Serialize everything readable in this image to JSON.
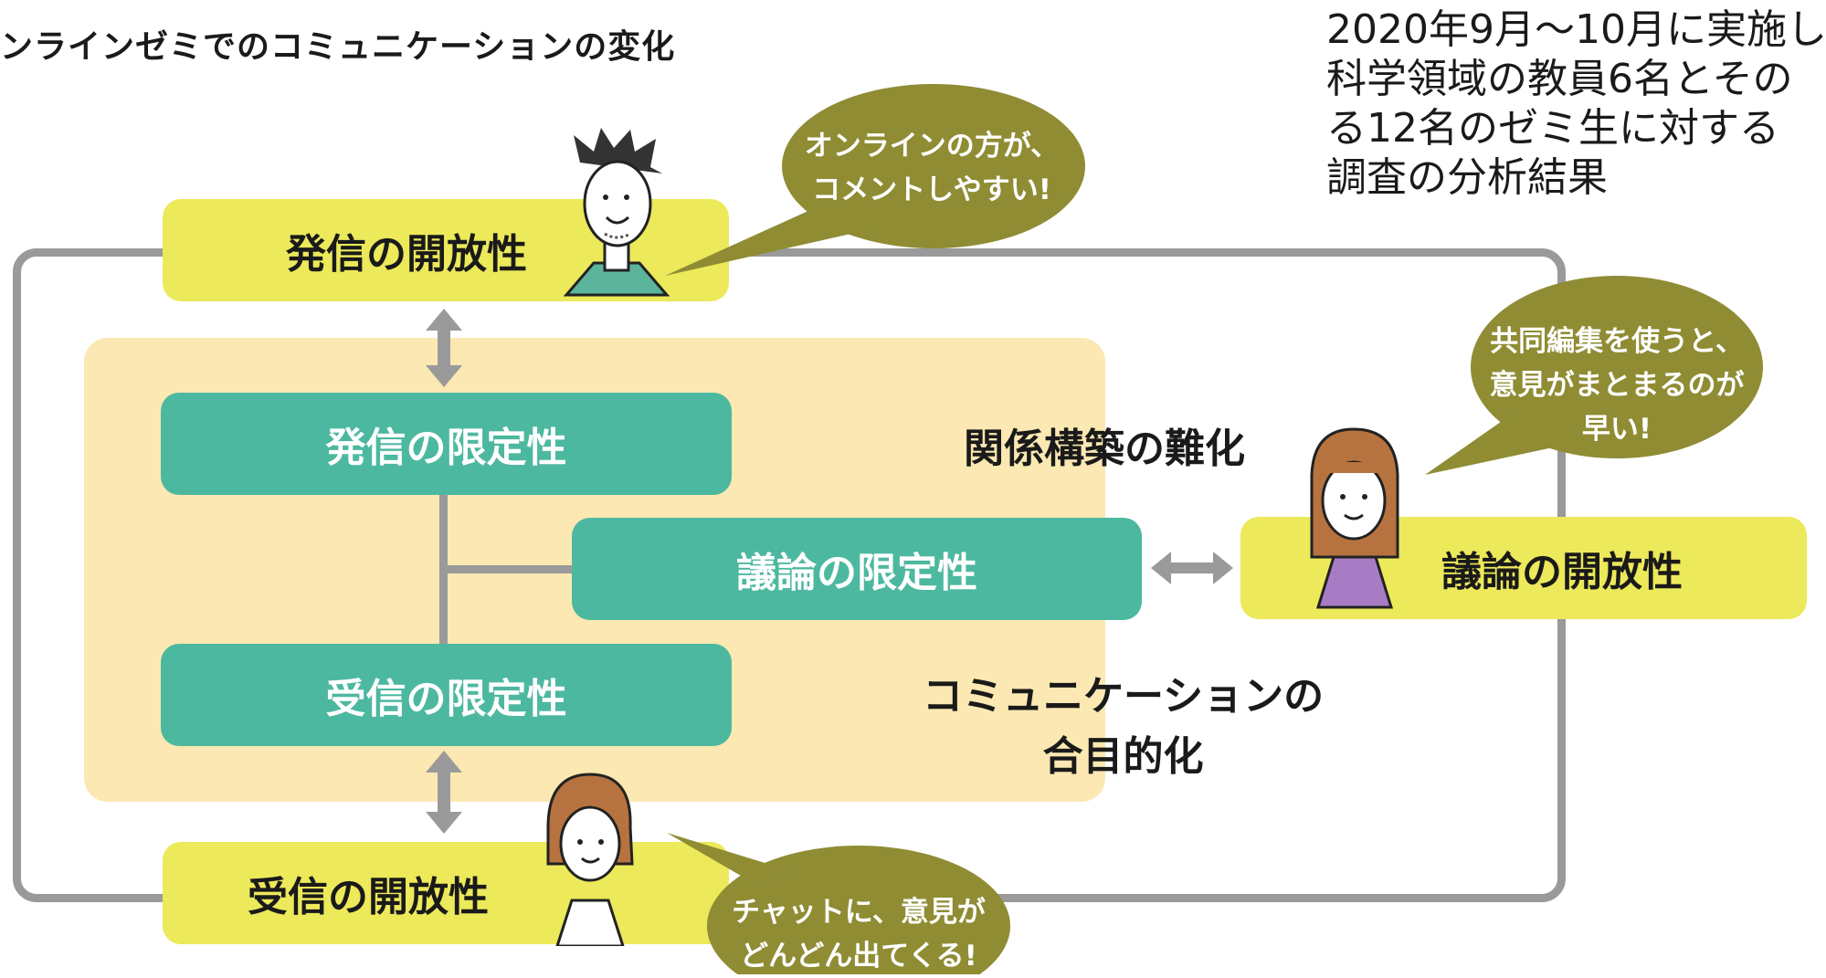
{
  "diagram_title": "ンラインゼミでのコミュニケーションの変化",
  "study_note": {
    "lines": [
      "2020年9月～10月に実施し",
      "科学領域の教員6名とその",
      "る12名のゼミ生に対する",
      "調査の分析結果"
    ]
  },
  "nodes": {
    "hasshin_open": "発信の開放性",
    "hasshin_limit": "発信の限定性",
    "giron_limit": "議論の限定性",
    "jushin_limit": "受信の限定性",
    "jushin_open": "受信の開放性",
    "giron_open": "議論の開放性"
  },
  "labels": {
    "kankei": "関係構築の難化",
    "comm_line1": "コミュニケーションの",
    "comm_line2": "合目的化"
  },
  "bubbles": {
    "top": {
      "line1": "オンラインの方が、",
      "line2": "コメントしやすい!"
    },
    "right": {
      "line1": "共同編集を使うと、",
      "line2": "意見がまとまるのが",
      "line3": "早い!"
    },
    "bottom": {
      "line1": "チャットに、意見が",
      "line2": "どんどん出てくる!"
    }
  },
  "colors": {
    "yellow": "#ece95a",
    "teal": "#4db8a0",
    "cream": "#fbe8b2",
    "olive": "#8f8c34",
    "gray": "#9a9a9a"
  }
}
